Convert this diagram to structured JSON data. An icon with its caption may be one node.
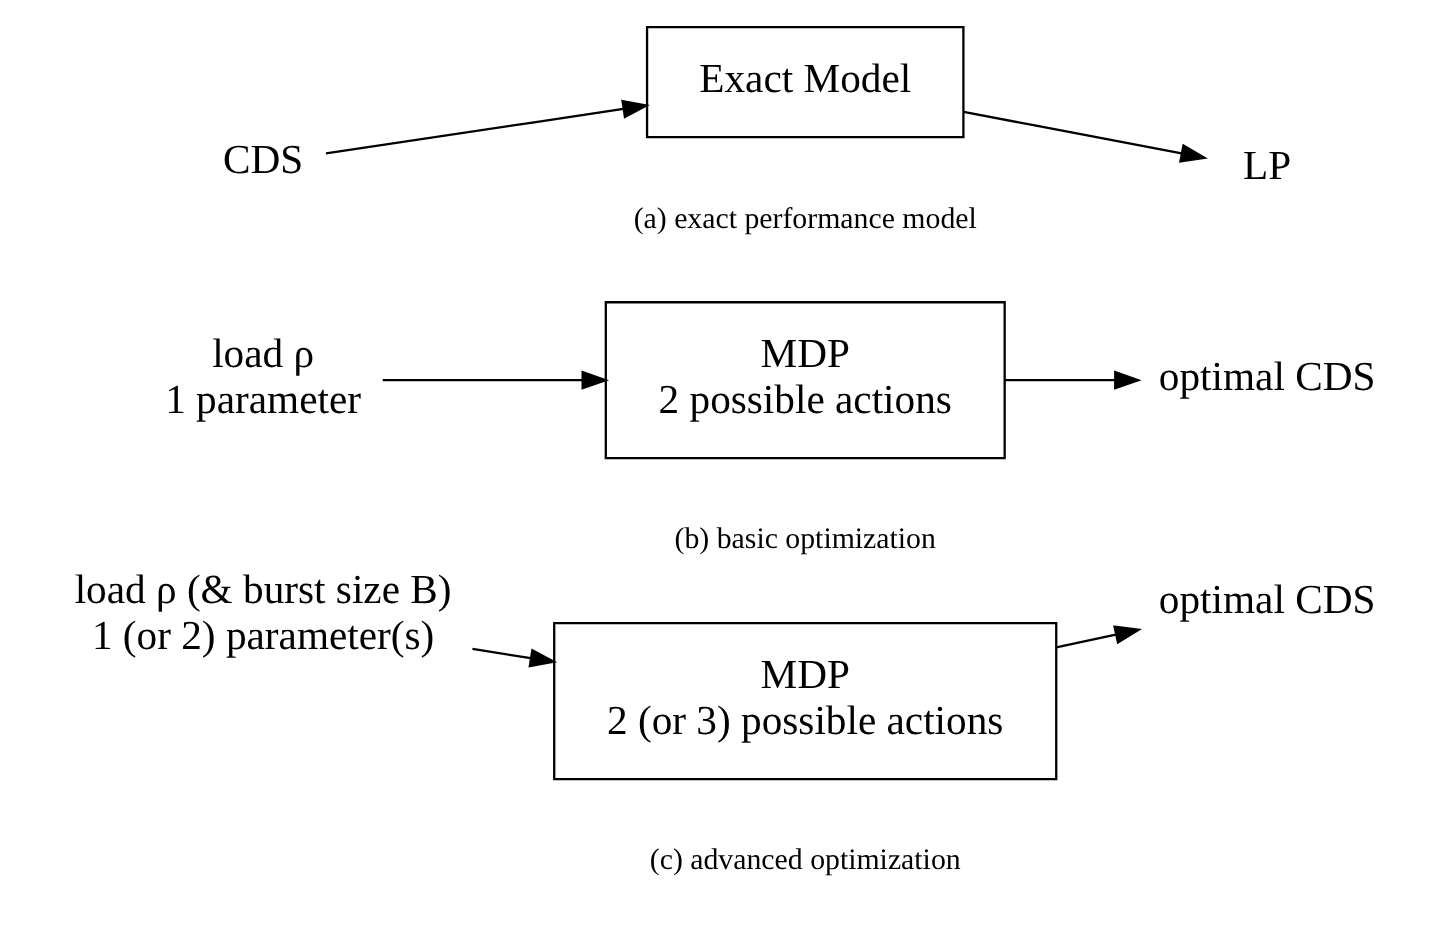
{
  "diagram": {
    "nodes": [
      {
        "text": [
          "CDS"
        ]
      },
      {
        "text": [
          "Exact Model"
        ]
      },
      {
        "text": [
          "LP"
        ]
      },
      {
        "text": [
          "load ρ",
          "1 parameter"
        ]
      },
      {
        "text": [
          "MDP",
          "2 possible actions"
        ]
      },
      {
        "text": [
          "optimal CDS"
        ]
      },
      {
        "text": [
          "load ρ (& burst size B)",
          "1 (or 2) parameter(s)"
        ]
      },
      {
        "text": [
          "MDP",
          "2 (or 3) possible actions"
        ]
      },
      {
        "text": [
          "optimal CDS"
        ]
      }
    ],
    "edges": [
      {
        "from": 0,
        "to": 1,
        "arrow": "to"
      },
      {
        "from": 1,
        "to": 2,
        "arrow": "to"
      },
      {
        "from": 3,
        "to": 4,
        "arrow": "to"
      },
      {
        "from": 4,
        "to": 5,
        "arrow": "to"
      },
      {
        "from": 6,
        "to": 7,
        "arrow": "to"
      },
      {
        "from": 7,
        "to": 8,
        "arrow": "to"
      }
    ],
    "labels": [
      "(a) exact performance model",
      "(b) basic optimization",
      "(c) advanced optimization"
    ]
  }
}
